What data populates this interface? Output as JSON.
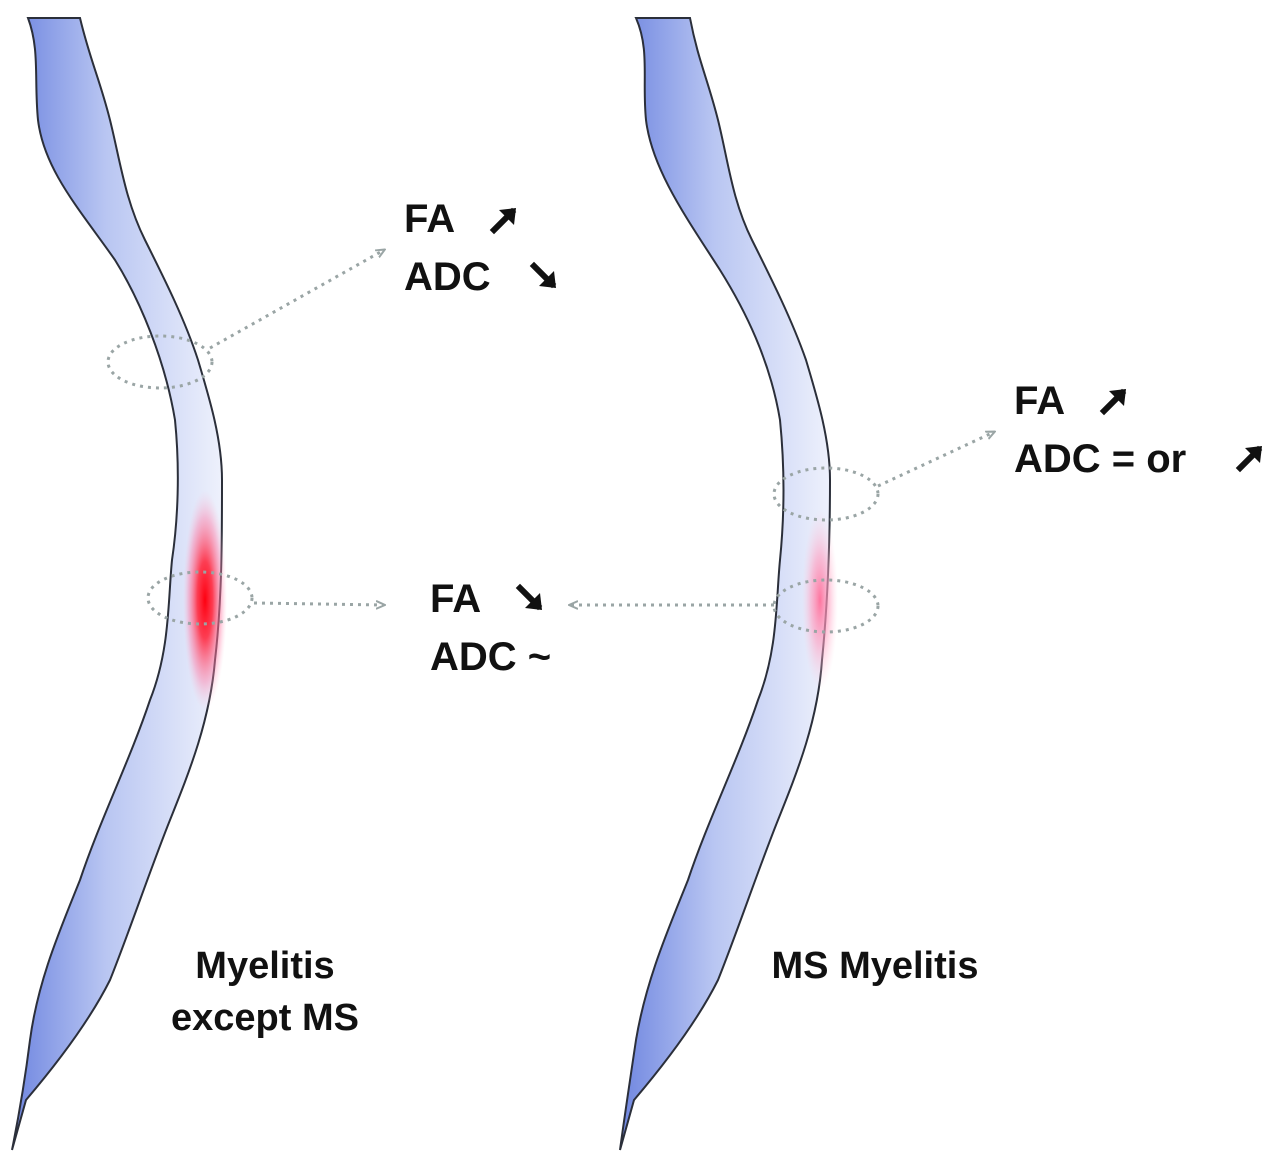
{
  "colors": {
    "cord_edge": "#2b2f3a",
    "cord_fill_dark": "#6f86e0",
    "cord_fill_light": "#e9ecfb",
    "lesion_strong": "#ff1a2a",
    "lesion_soft": "#ff7fb0",
    "dotted": "#9aa5a5",
    "text": "#111111"
  },
  "left_panel": {
    "caption_line1": "Myelitis",
    "caption_line2": "except MS"
  },
  "right_panel": {
    "caption": "MS Myelitis"
  },
  "annotations": {
    "left_upper": {
      "line1": "FA",
      "arrow1": "up-right-arrow",
      "line2": "ADC",
      "arrow2": "down-right-arrow"
    },
    "center_lesion": {
      "line1": "FA",
      "arrow1": "down-right-arrow",
      "line2": "ADC ~"
    },
    "right_upper": {
      "line1": "FA",
      "arrow1": "up-right-arrow",
      "line2": "ADC = or",
      "arrow2": "up-right-arrow"
    }
  }
}
